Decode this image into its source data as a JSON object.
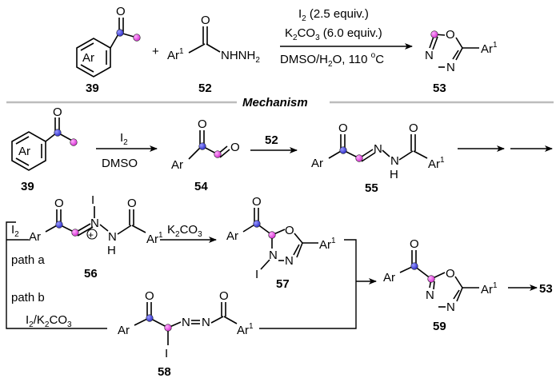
{
  "header": {
    "compounds": {
      "c39": "39",
      "c52": "52",
      "c53": "53",
      "c54": "54",
      "c55": "55",
      "c56": "56",
      "c57": "57",
      "c58": "58",
      "c59": "59"
    },
    "plus": "+",
    "ar": "Ar",
    "o": "O",
    "n": "N",
    "h": "H",
    "i": "I",
    "nhnh2": "NHNH",
    "two": "2",
    "ar1": "Ar",
    "one": "1",
    "conditions": {
      "line1_a": "I",
      "line1_sub": "2",
      "line1_b": " (2.5 equiv.)",
      "line2_a": "K",
      "line2_sub1": "2",
      "line2_b": "CO",
      "line2_sub2": "3",
      "line2_c": " (6.0 equiv.)",
      "line3": "DMSO/H",
      "line3_sub": "2",
      "line3_b": "O, 110 ",
      "line3_sup": "o",
      "line3_c": "C"
    }
  },
  "mechanism": {
    "title": "Mechanism",
    "step1_top_a": "I",
    "step1_top_sub": "2",
    "step1_bottom": "DMSO",
    "step2_top": "52",
    "i2_label_a": "I",
    "i2_label_sub": "2",
    "path_a": "path a",
    "path_b": "path b",
    "k2co3_a": "K",
    "k2co3_sub1": "2",
    "k2co3_b": "CO",
    "k2co3_sub2": "3",
    "i2k2co3_a": "I",
    "i2k2co3_sub1": "2",
    "i2k2co3_b": "/K",
    "i2k2co3_sub2": "2",
    "i2k2co3_c": "CO",
    "i2k2co3_sub3": "3",
    "plus_charge": "+",
    "final_product": "53"
  },
  "colors": {
    "blue_dot": "#3b3bd6",
    "magenta_dot": "#e83ce0",
    "divider": "#bdbdbd"
  }
}
